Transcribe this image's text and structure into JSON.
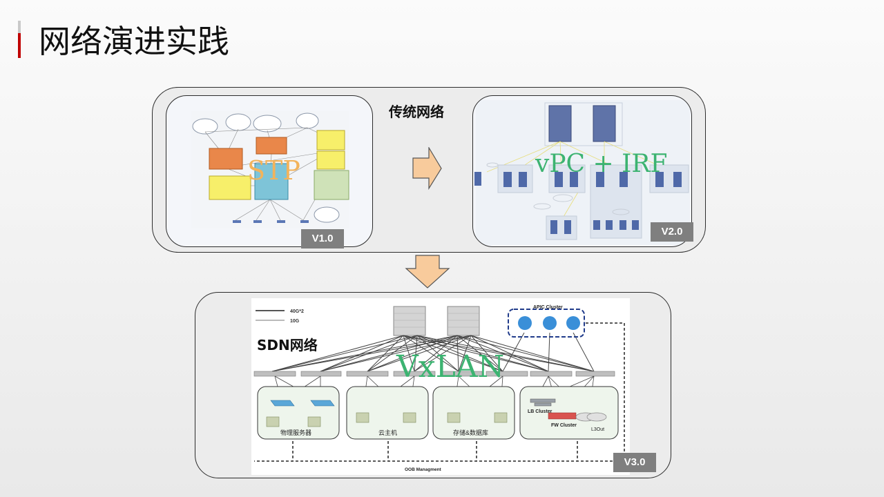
{
  "title": "网络演进实践",
  "traditional": {
    "caption": "传统网络",
    "v1": {
      "overlay": "STP",
      "badge": "V1.0"
    },
    "v2": {
      "overlay": "vPC + IRF",
      "badge": "V2.0"
    }
  },
  "sdn": {
    "caption": "SDN网络",
    "overlay": "VxLAN",
    "badge": "V3.0",
    "legend": [
      "40G*2",
      "10G"
    ],
    "apic_label": "APIC Cluster",
    "groups": [
      "物理服务器",
      "云主机",
      "存储&数据库"
    ],
    "lb_label": "LB Cluster",
    "fw_label": "FW Cluster",
    "l3out_label": "L3Out",
    "oob_label": "OOB Managment"
  },
  "colors": {
    "accent": "#c00000",
    "arrow_fill": "#f8cb9c",
    "overlay_orange": "#f2b35c",
    "overlay_green": "#3cb371",
    "badge_bg": "#7f7f7f"
  },
  "icons": [
    "right-arrow-icon",
    "down-arrow-icon",
    "cloud-icon",
    "switch-icon",
    "server-icon",
    "firewall-icon",
    "router-icon"
  ]
}
